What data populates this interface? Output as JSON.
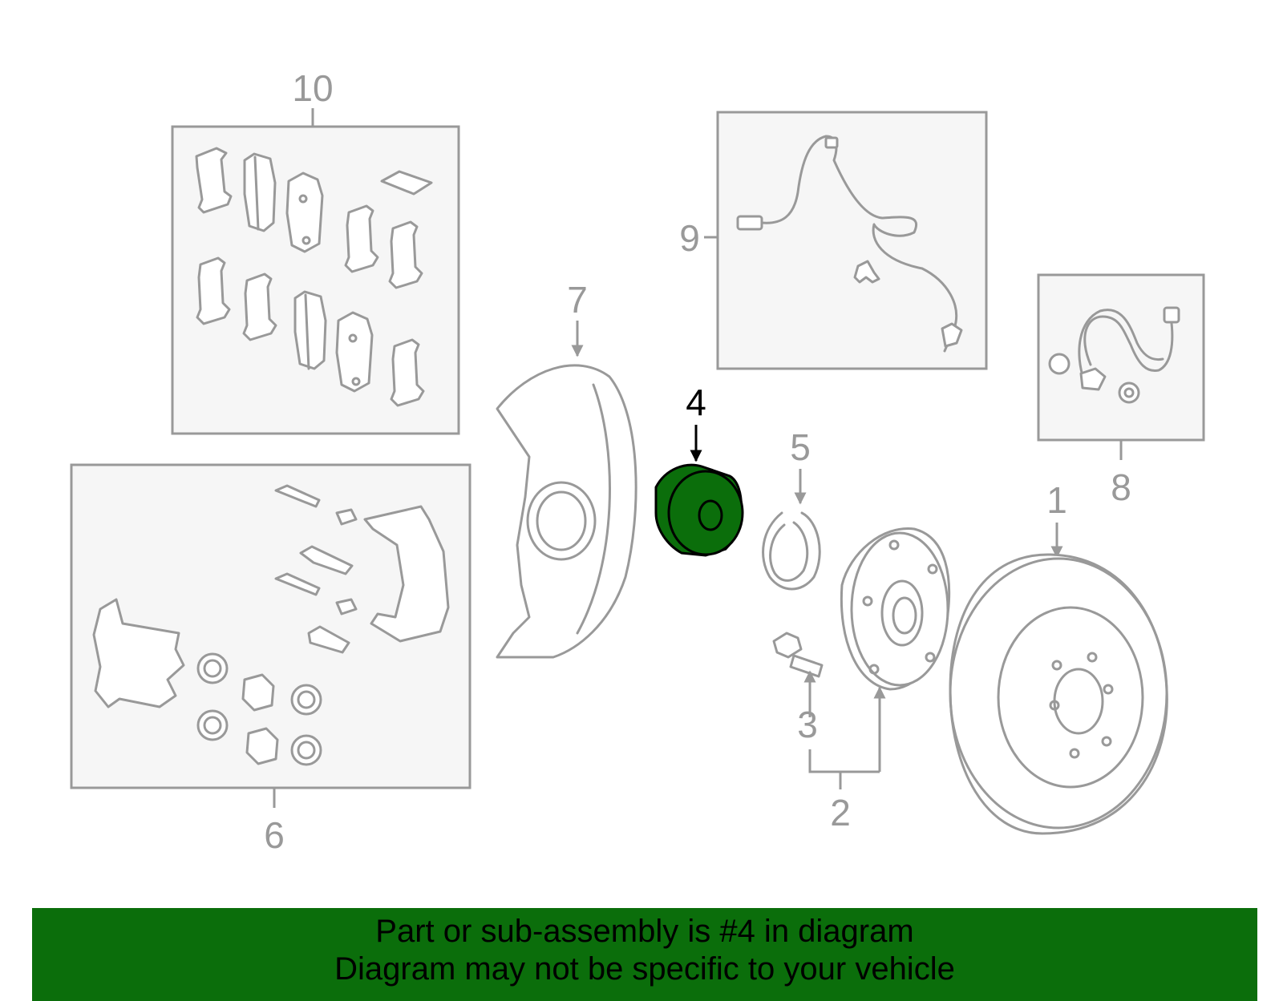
{
  "diagram": {
    "highlighted_part": "4",
    "highlight_color": "#0b6e0b",
    "line_color": "#999999",
    "callouts": {
      "c1": "1",
      "c2": "2",
      "c3": "3",
      "c4": "4",
      "c5": "5",
      "c6": "6",
      "c7": "7",
      "c8": "8",
      "c9": "9",
      "c10": "10"
    }
  },
  "banner": {
    "line1": "Part or sub-assembly is #4 in diagram",
    "line2": "Diagram may not be specific to your vehicle",
    "background": "#0b6e0b"
  }
}
